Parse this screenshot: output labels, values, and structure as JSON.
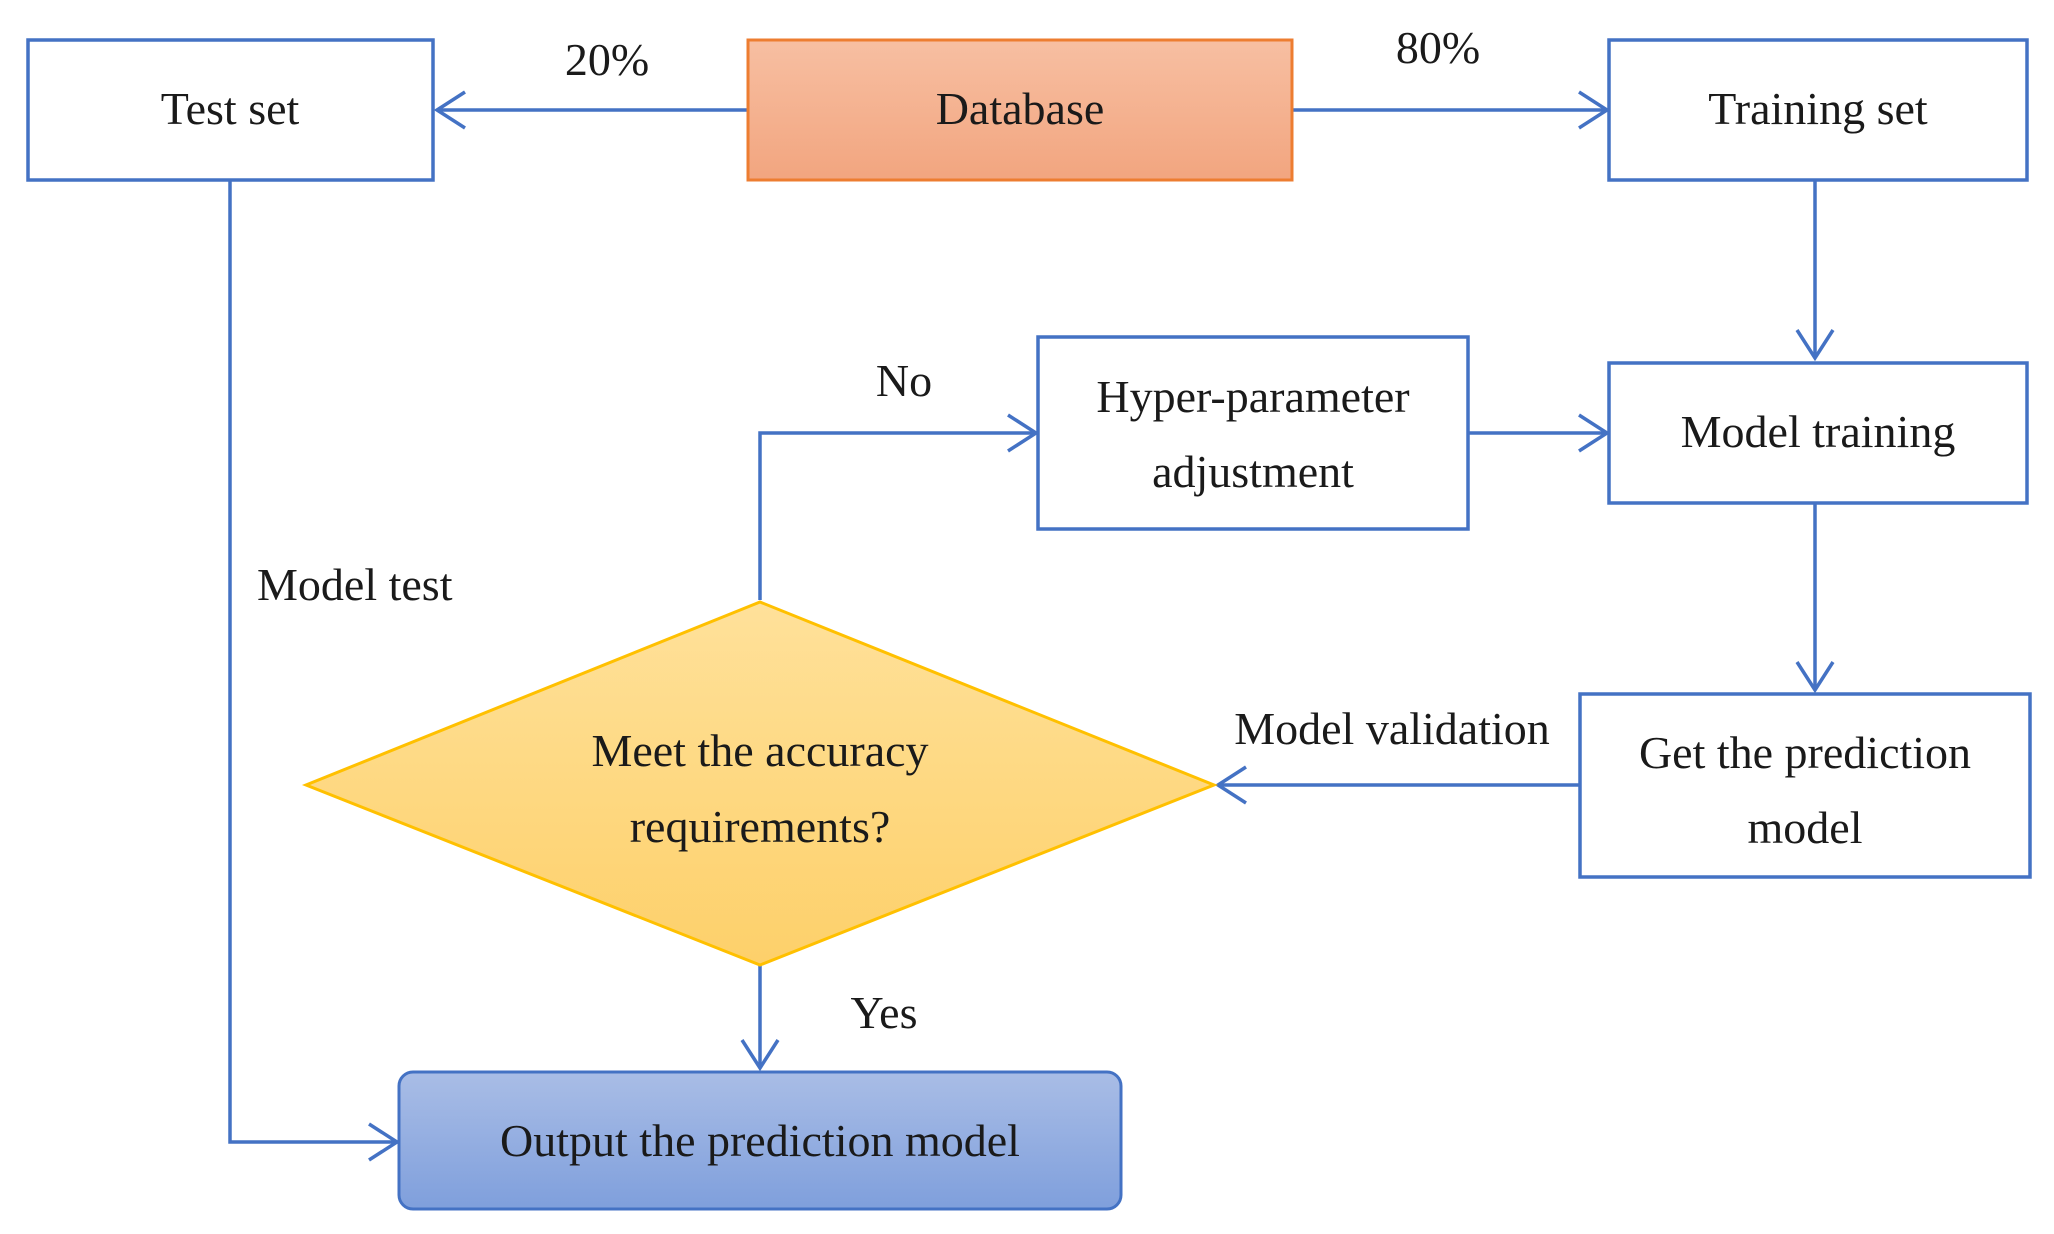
{
  "nodes": {
    "database": {
      "label": "Database",
      "fill": "#f4b08f",
      "stroke": "#ed7d31"
    },
    "test_set": {
      "label": "Test set"
    },
    "training_set": {
      "label": "Training set"
    },
    "hyperparameter": {
      "line1": "Hyper-parameter",
      "line2": "adjustment"
    },
    "model_training": {
      "label": "Model training"
    },
    "get_model": {
      "line1": "Get the prediction",
      "line2": "model"
    },
    "decision": {
      "line1": "Meet the accuracy",
      "line2": "requirements?",
      "fill": "#ffd878",
      "stroke": "#ffc000"
    },
    "output": {
      "label": "Output the prediction model",
      "fill": "#8eaadb",
      "stroke": "#4472c4"
    }
  },
  "edges": {
    "to_test": "20%",
    "to_training": "80%",
    "no": "No",
    "model_test": "Model test",
    "model_validation": "Model validation",
    "yes": "Yes"
  },
  "colors": {
    "line": "#4472c4",
    "box_border": "#4472c4",
    "text": "#1a1a1a"
  }
}
